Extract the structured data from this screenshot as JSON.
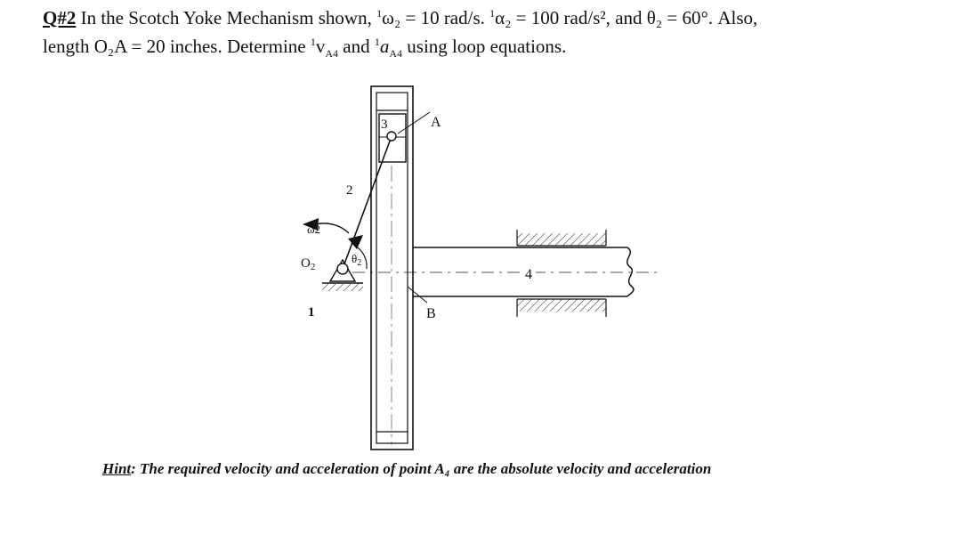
{
  "problem": {
    "number": "Q#2",
    "line1_parts": {
      "intro": " In the Scotch Yoke Mechanism shown, ",
      "w2": "ω₂ = 10 rad/s.",
      "a2": "α₂ = 100 rad/s²,",
      "and_theta": " and θ₂ = 60°. Also,"
    },
    "line2_parts": {
      "length": "length O₂A = 20 inches. Determine ",
      "vA4": "v",
      "vA4_sub": "A4",
      "and": " and ",
      "aA4": "a",
      "aA4_sub": "A4",
      "rest": " using loop equations."
    },
    "superscript": "1"
  },
  "diagram": {
    "labels": {
      "link2": "2",
      "link3": "3",
      "link4": "4",
      "ground": "1",
      "pointA": "A",
      "pointB": "B",
      "pivot": "O",
      "pivot_sub": "2",
      "omega": "ω2",
      "theta": "θ",
      "theta_sub": "2"
    }
  },
  "hint": {
    "word": "Hint",
    "text": ": The required velocity and acceleration of point A₄ are the absolute velocity and acceleration"
  }
}
